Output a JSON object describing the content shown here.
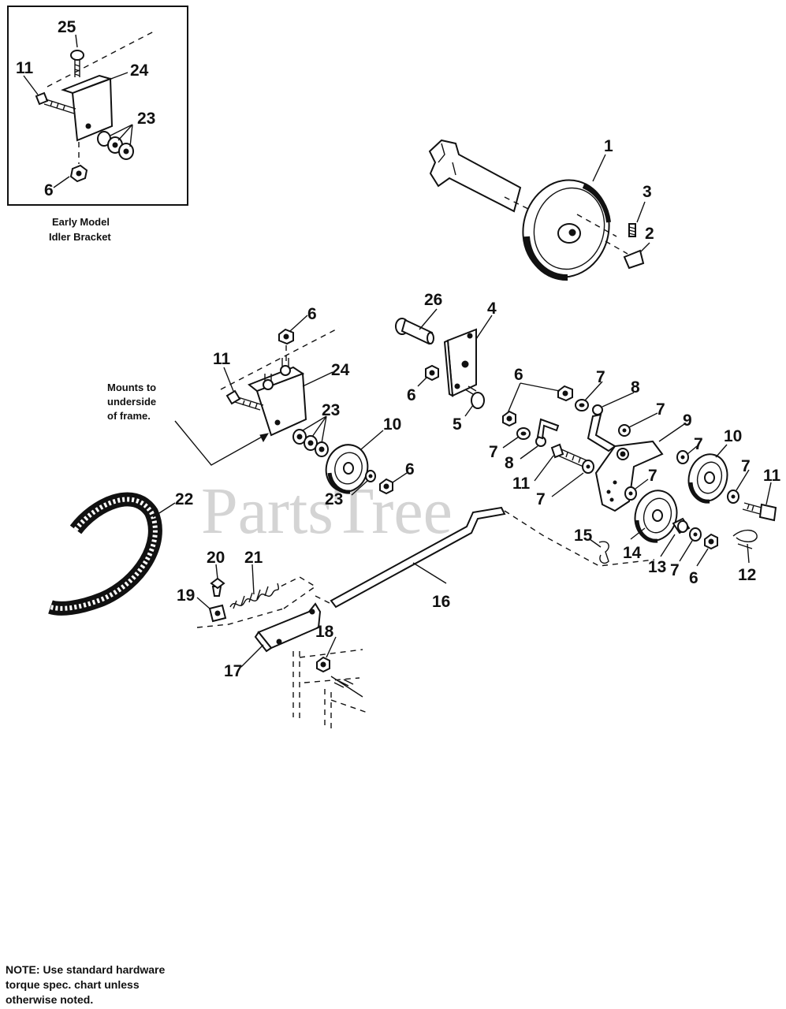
{
  "watermark": "PartsTree",
  "inset": {
    "caption_line1": "Early Model",
    "caption_line2": "Idler Bracket",
    "callouts": {
      "c25": "25",
      "c11": "11",
      "c24": "24",
      "c23": "23",
      "c6": "6"
    }
  },
  "callouts": {
    "c1": "1",
    "c3": "3",
    "c2": "2",
    "c26": "26",
    "c4": "4",
    "c6a": "6",
    "c6b": "6",
    "c6c": "6",
    "c6d": "6",
    "c6e": "6",
    "c11a": "11",
    "c11b": "11",
    "c11c": "11",
    "c24": "24",
    "c23a": "23",
    "c23b": "23",
    "c5": "5",
    "c10a": "10",
    "c10b": "10",
    "c7a": "7",
    "c7b": "7",
    "c7c": "7",
    "c7d": "7",
    "c7e": "7",
    "c7f": "7",
    "c7g": "7",
    "c7h": "7",
    "c8a": "8",
    "c8b": "8",
    "c9": "9",
    "c22": "22",
    "c12": "12",
    "c13": "13",
    "c14": "14",
    "c15": "15",
    "c16": "16",
    "c17": "17",
    "c18": "18",
    "c19": "19",
    "c20": "20",
    "c21": "21"
  },
  "mount_note": {
    "line1": "Mounts to",
    "line2": "underside",
    "line3": "of frame."
  },
  "note": {
    "line1": "NOTE: Use standard hardware",
    "line2": "torque spec. chart unless",
    "line3": "otherwise noted."
  }
}
